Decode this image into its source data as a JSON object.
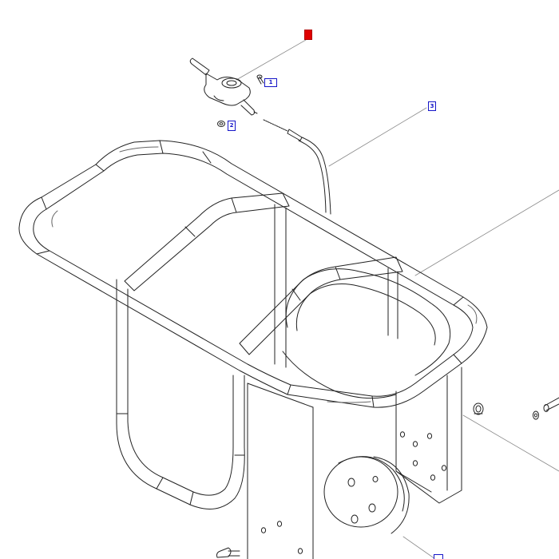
{
  "diagram": {
    "description_title": "",
    "colors": {
      "line": "#222222",
      "callout_blue": "#1515c8",
      "callout_red": "#e00000",
      "background": "#ffffff"
    },
    "callouts": [
      {
        "id": "c-red",
        "label": "",
        "style": "red"
      },
      {
        "id": "c-1",
        "label": "1",
        "style": "blue"
      },
      {
        "id": "c-2",
        "label": "2",
        "style": "blue"
      },
      {
        "id": "c-3",
        "label": "3",
        "style": "blue"
      },
      {
        "id": "c-4",
        "label": "",
        "style": "blue"
      }
    ]
  }
}
